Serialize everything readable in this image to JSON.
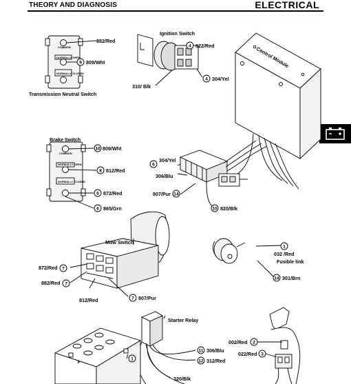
{
  "header": {
    "section": "THEORY AND DIAGNOSIS",
    "title": "ELECTRICAL"
  },
  "side_tab": {
    "icon": "battery-icon"
  },
  "components": {
    "neutral_switch": {
      "title": "Transmission Neutral Switch",
      "terminals": [
        "COMMON",
        "NORMALLY OPEN",
        "NORMALLY CLOSED"
      ],
      "wires": [
        {
          "label": "882/Red"
        },
        {
          "num": "9",
          "label": "809/Wht"
        }
      ]
    },
    "ignition_switch": {
      "title": "Ignition Switch",
      "wires": [
        {
          "num": "4",
          "label": "022/Red"
        },
        {
          "num": "4",
          "label": "304/Yel"
        },
        {
          "label": "310/ Blk"
        }
      ]
    },
    "control_module": {
      "title": "Control Module"
    },
    "brake_switch": {
      "title": "Brake Switch",
      "terminals": [
        "COMMON",
        "NORMALLY OPEN",
        "NORMALLY CLOSED"
      ],
      "wires": [
        {
          "num": "10",
          "label": "809/Wht"
        },
        {
          "num": "8",
          "label": "812/Red"
        },
        {
          "num": "6",
          "label": "872/Red"
        },
        {
          "num": "6",
          "label": "865/Grn"
        }
      ]
    },
    "module_connector": {
      "wires": [
        {
          "num": "6",
          "label": "304/Yel"
        },
        {
          "label": "306/Blu"
        },
        {
          "num": "14",
          "label": "807/Pur"
        },
        {
          "num": "10",
          "label": "820/Blk"
        }
      ]
    },
    "fusible_link": {
      "label": "Fusible link",
      "wires": [
        {
          "num": "1",
          "label": "032 /Red"
        },
        {
          "num": "14",
          "label": "301/Brn"
        }
      ]
    },
    "mow_switch": {
      "title": "Mow Switch",
      "wires": [
        {
          "num": "7",
          "label": "872/Red"
        },
        {
          "num": "7",
          "label": "882/Red"
        },
        {
          "label": "812/Red"
        },
        {
          "num": "7",
          "label": "807/Pur"
        }
      ]
    },
    "starter_relay": {
      "title": "Starter Relay",
      "wires": [
        {
          "num": "11",
          "label": "306/Blu"
        },
        {
          "num": "12",
          "label": "312/Red"
        },
        {
          "label": "320/Blk"
        }
      ]
    },
    "battery": {
      "callout": "1"
    },
    "fuse_holder": {
      "wires": [
        {
          "num": "2",
          "label": "002/Red"
        },
        {
          "num": "3",
          "label": "022/Red"
        }
      ]
    }
  }
}
